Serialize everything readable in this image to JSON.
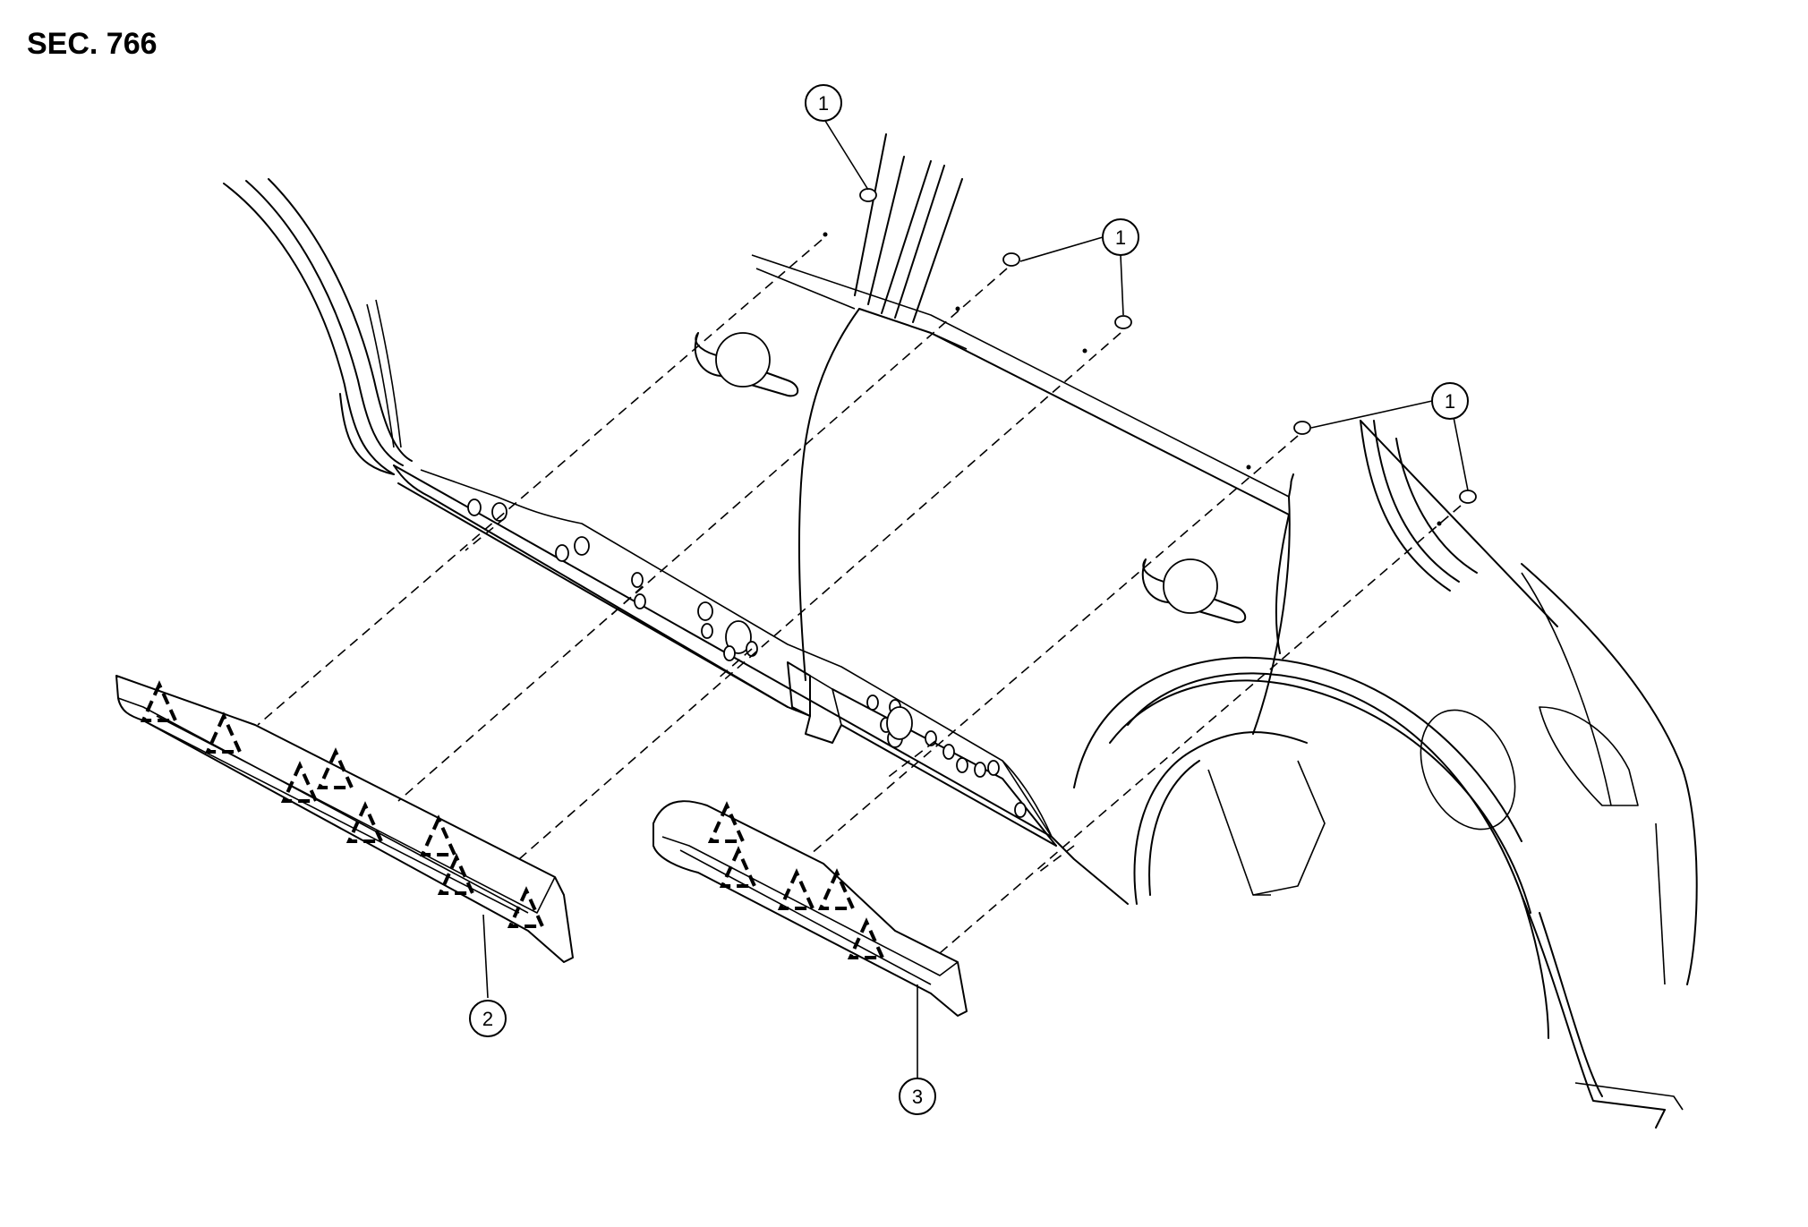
{
  "section_label": "SEC. 766",
  "callouts": [
    {
      "id": "c1a",
      "number": "1"
    },
    {
      "id": "c1b",
      "number": "1"
    },
    {
      "id": "c1c",
      "number": "1"
    },
    {
      "id": "c2",
      "number": "2"
    },
    {
      "id": "c3",
      "number": "3"
    }
  ]
}
